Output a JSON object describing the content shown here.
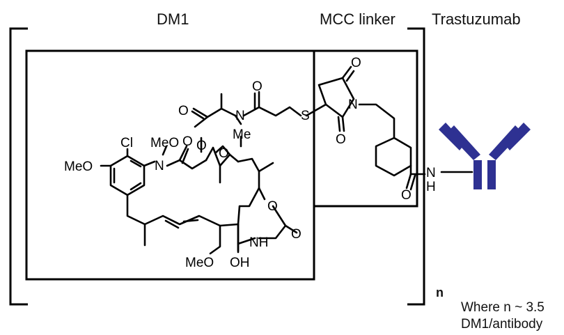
{
  "labels": {
    "dm1": "DM1",
    "mcc": "MCC linker",
    "antibody": "Trastuzumab",
    "n": "n",
    "note_line1": "Where n ~ 3.5",
    "note_line2": "DM1/antibody"
  },
  "atoms": {
    "cl": "Cl",
    "meo_top": "MeO",
    "meo_left": "MeO",
    "meo_bottom": "MeO",
    "n_amide": "N",
    "n_methyl": "N",
    "me": "Me",
    "s": "S",
    "n_imide": "N",
    "nh_ring": "NH",
    "h_amide": "H",
    "n_amide2": "N",
    "oh": "OH",
    "o": "O"
  },
  "colors": {
    "antibody": "#2e3192",
    "ink": "#000000"
  }
}
